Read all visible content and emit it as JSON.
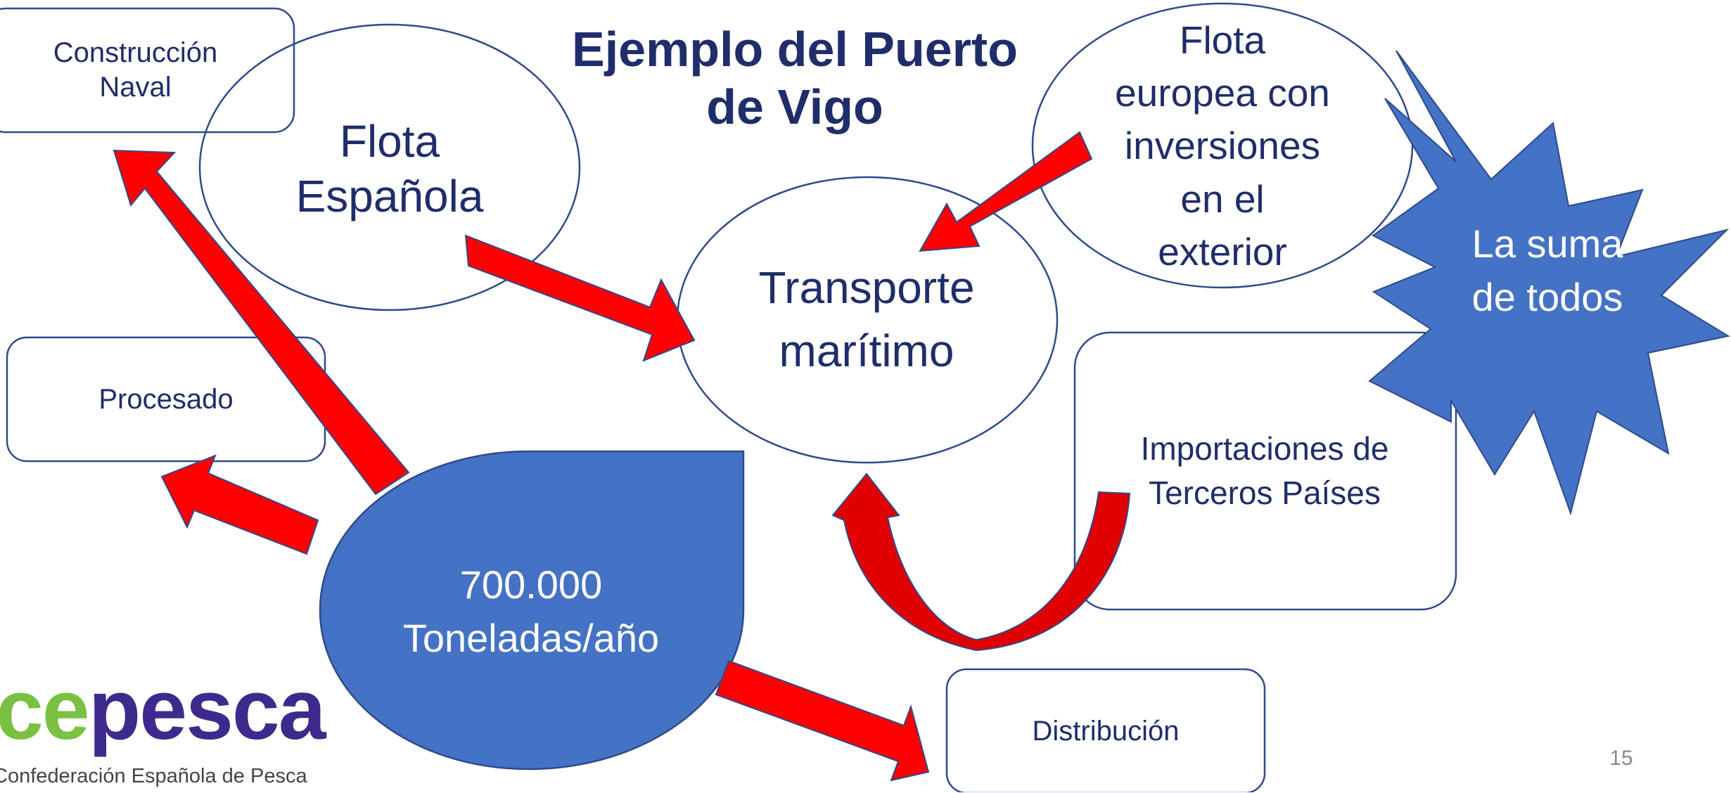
{
  "slide": {
    "title": "Ejemplo del Puerto\nde Vigo",
    "page_number": "15"
  },
  "nodes": {
    "construccion_naval": "Construcción\nNaval",
    "flota_espanola": "Flota\nEspañola",
    "flota_europea": "Flota\neuropea con\ninversiones\nen el\nexterior",
    "transporte_maritimo": "Transporte\nmarítimo",
    "procesado": "Procesado",
    "importaciones": "Importaciones de\nTerceros Países",
    "toneladas": "700.000\nToneladas/año",
    "distribucion": "Distribución",
    "la_suma": "La suma\nde todos"
  },
  "logo": {
    "name_part1": "ce",
    "name_part2": "pesca",
    "subtitle": "Confederación Española de Pesca"
  },
  "colors": {
    "node_outline": "#2f4a8c",
    "node_text": "#1f2d6b",
    "filled_shape": "#4472c4",
    "arrow_fill": "#ff0000",
    "arrow_outline": "#2f4a8c",
    "curved_arrow_dark": "#c00000",
    "logo_green": "#7ac143",
    "logo_purple": "#3d2a8c"
  }
}
